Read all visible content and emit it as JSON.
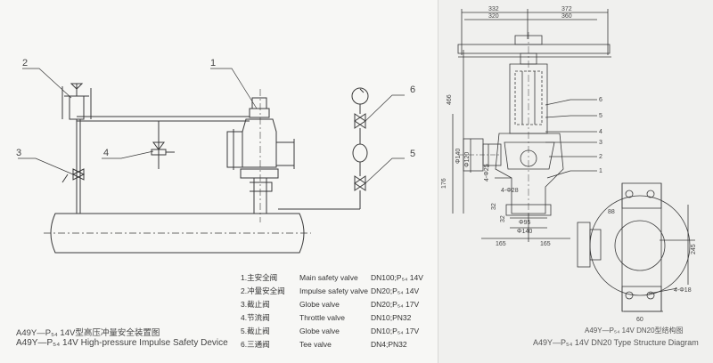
{
  "left_diagram": {
    "callouts": [
      "1",
      "2",
      "3",
      "4",
      "5",
      "6"
    ],
    "caption_cn": "A49Y—P₅₄ 14V型高压冲量安全装置图",
    "caption_en": "A49Y—P₅₄ 14V High-pressure Impulse Safety Device"
  },
  "parts_list": [
    {
      "cn": "1.主安全阀",
      "en": "Main safety valve",
      "spec": "DN100;P₅₄ 14V"
    },
    {
      "cn": "2.冲量安全阀",
      "en": "Impulse safety valve",
      "spec": "DN20;P₅₄ 14V"
    },
    {
      "cn": "3.截止阀",
      "en": "Globe valve",
      "spec": "DN20;P₅₄ 17V"
    },
    {
      "cn": "4.节流阀",
      "en": "Throttle valve",
      "spec": "DN10;PN32"
    },
    {
      "cn": "5.截止阀",
      "en": "Globe valve",
      "spec": "DN10;P₅₄ 17V"
    },
    {
      "cn": "6.三通阀",
      "en": "Tee valve",
      "spec": "DN4;PN32"
    }
  ],
  "right_diagram": {
    "dims": {
      "d332": "332",
      "d372": "372",
      "d320": "320",
      "d360": "360",
      "d466": "466",
      "d176": "176",
      "d140a": "Φ140",
      "d120": "Φ120",
      "d25": "4-Φ25",
      "d28": "4-Φ28",
      "d95": "Φ95",
      "d140b": "Φ140",
      "d32a": "32",
      "d32b": "32",
      "d165a": "165",
      "d165b": "165",
      "d245": "245",
      "d18": "4-Φ18",
      "d60": "60",
      "d88": "88"
    },
    "callouts": [
      "6",
      "5",
      "4",
      "3",
      "2",
      "1"
    ],
    "caption_cn": "A49Y—P₅₄ 14V DN20型结构图",
    "caption_en": "A49Y—P₅₄ 14V DN20 Type Structure Diagram"
  },
  "colors": {
    "line": "#3a3a3a",
    "paper_left": "#f7f7f5",
    "paper_right": "#f0f0ee"
  }
}
